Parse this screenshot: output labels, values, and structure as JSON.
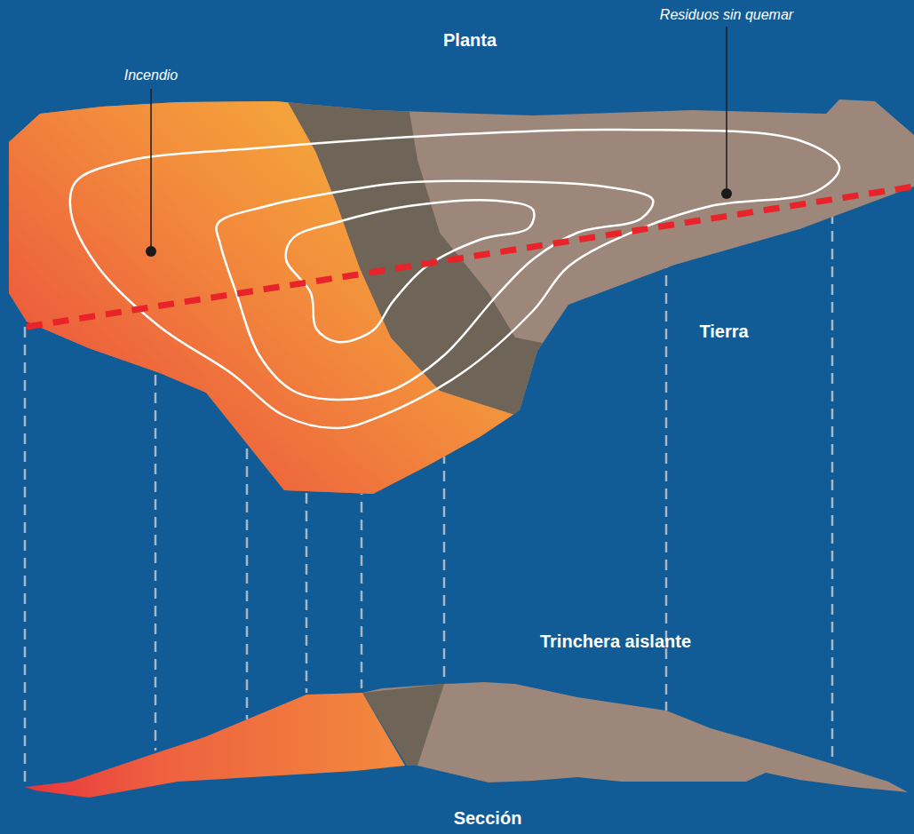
{
  "diagram": {
    "labels": [
      "Planta",
      "Residuos sin quemar",
      "Incendio",
      "Tierra",
      "Trinchera aislante",
      "Sección"
    ]
  }
}
